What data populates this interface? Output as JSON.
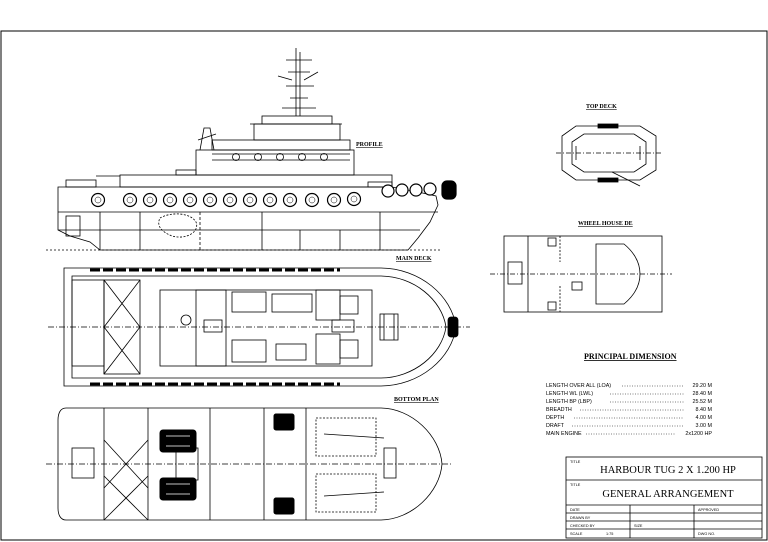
{
  "views": {
    "profile": "PROFILE",
    "main_deck": "MAIN DECK",
    "bottom_plan": "BOTTOM PLAN",
    "top_deck": "TOP DECK",
    "wheel_house": "WHEEL HOUSE DE"
  },
  "principal": {
    "title": "PRINCIPAL DIMENSION",
    "rows": [
      {
        "label": "LENGTH OVER ALL (LOA)",
        "value": "29.20 M"
      },
      {
        "label": "LENGTH WL (LWL)",
        "value": "28.40 M"
      },
      {
        "label": "LENGTH BP (LBP)",
        "value": "25.52 M"
      },
      {
        "label": "BREADTH",
        "value": "8.40 M"
      },
      {
        "label": "DEPTH",
        "value": "4.00 M"
      },
      {
        "label": "DRAFT",
        "value": "3.00 M"
      },
      {
        "label": "MAIN ENGINE",
        "value": "2x1200 HP"
      }
    ]
  },
  "title_block": {
    "title_tag": "TITLE",
    "vessel": "HARBOUR TUG 2 X 1.200 HP",
    "drawing": "GENERAL ARRANGEMENT",
    "cells": {
      "date": "DATE",
      "approved": "APPROVED",
      "drawn": "DRAWN BY",
      "checked": "CHECKED BY",
      "scale": "SCALE",
      "scale_val": "1:75",
      "size": "SIZE",
      "dwg_no": "DWG NO."
    }
  }
}
